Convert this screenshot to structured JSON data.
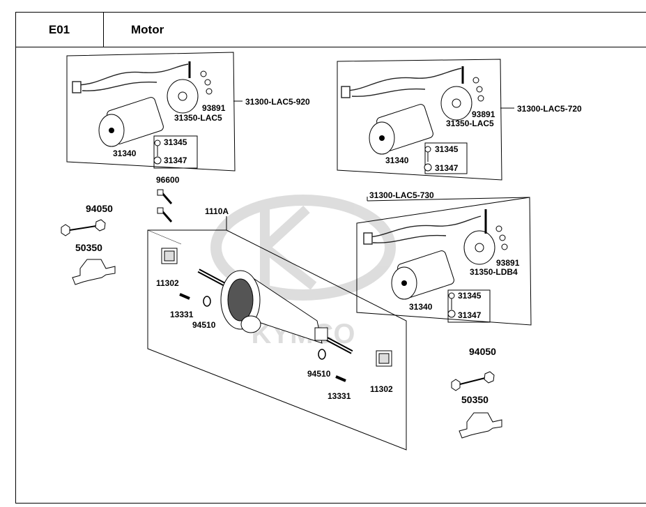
{
  "header": {
    "code": "E01",
    "title": "Motor"
  },
  "watermark": "KYMCO",
  "labels": {
    "assy_920": "31300-LAC5-920",
    "assy_720": "31300-LAC5-720",
    "assy_730": "31300-LAC5-730",
    "screw_a": "93891",
    "screw_b": "93891",
    "screw_c": "93891",
    "brush_a": "31350-LAC5",
    "brush_b": "31350-LAC5",
    "brush_c": "31350-LDB4",
    "p31345_a": "31345",
    "p31345_b": "31345",
    "p31345_c": "31345",
    "p31340_a": "31340",
    "p31340_b": "31340",
    "p31340_c": "31340",
    "p31347_a": "31347",
    "p31347_b": "31347",
    "p31347_c": "31347",
    "bolt_96600": "96600",
    "trans_1110A": "1110A",
    "nut_94050_l": "94050",
    "bracket_50350_l": "50350",
    "nut_94050_r": "94050",
    "bracket_50350_r": "50350",
    "cover_11302_l": "11302",
    "cover_11302_r": "11302",
    "pin_13331_l": "13331",
    "pin_13331_r": "13331",
    "clip_94510_l": "94510",
    "clip_94510_r": "94510"
  }
}
